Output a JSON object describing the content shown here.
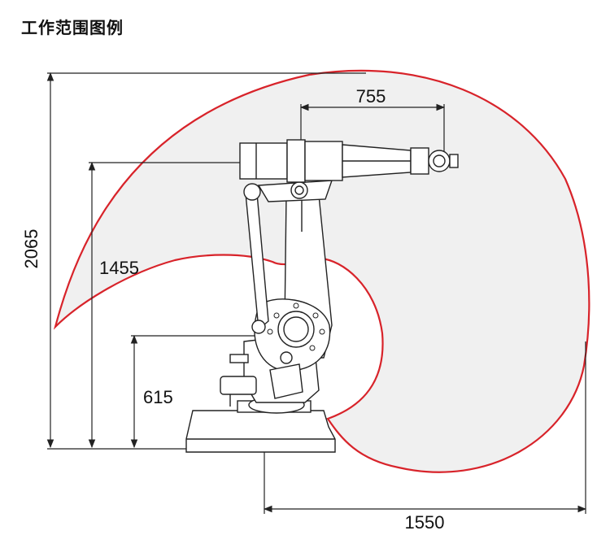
{
  "title": "工作范围图例",
  "dimensions": {
    "reach_top": "755",
    "height_total": "2065",
    "height_arm": "1455",
    "height_shoulder": "615",
    "reach_horizontal": "1550"
  },
  "colors": {
    "envelope_stroke": "#d8232a",
    "envelope_fill": "#f0f0f0",
    "line": "#222222"
  }
}
